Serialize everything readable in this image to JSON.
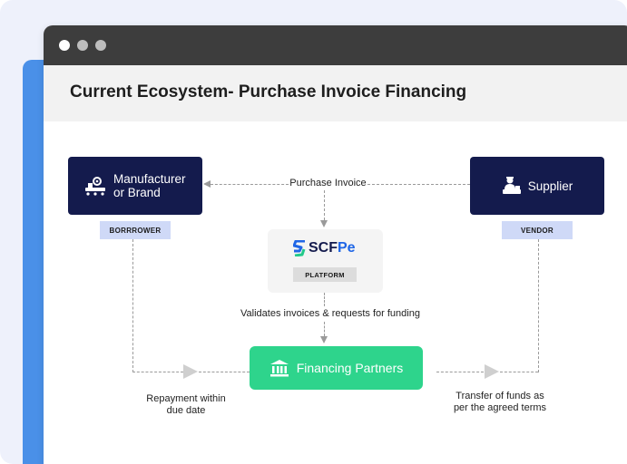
{
  "title": "Current Ecosystem- Purchase Invoice Financing",
  "nodes": {
    "manufacturer": {
      "label": "Manufacturer or Brand",
      "line1": "Manufacturer",
      "line2": "or Brand",
      "tag": "BORRROWER",
      "icon": "factory-icon"
    },
    "supplier": {
      "label": "Supplier",
      "tag": "VENDOR",
      "icon": "supplier-icon"
    },
    "platform": {
      "brand_prefix": "SCF",
      "brand_suffix": "Pe",
      "tag": "PLATFORM",
      "icon": "scfpe-logo-icon"
    },
    "financing": {
      "label": "Financing Partners",
      "icon": "bank-icon"
    }
  },
  "edges": {
    "purchase_invoice": "Purchase Invoice",
    "validates": "Validates invoices & requests for funding",
    "repayment_line1": "Repayment within",
    "repayment_line2": "due date",
    "transfer_line1": "Transfer of funds as",
    "transfer_line2": "per the agreed terms"
  },
  "colors": {
    "navy": "#141b4d",
    "tag_bg": "#cfd9f7",
    "green": "#2ed48c",
    "accent_blue": "#4a90e8",
    "logo_blue": "#1f66e6",
    "logo_green": "#22c98a"
  }
}
